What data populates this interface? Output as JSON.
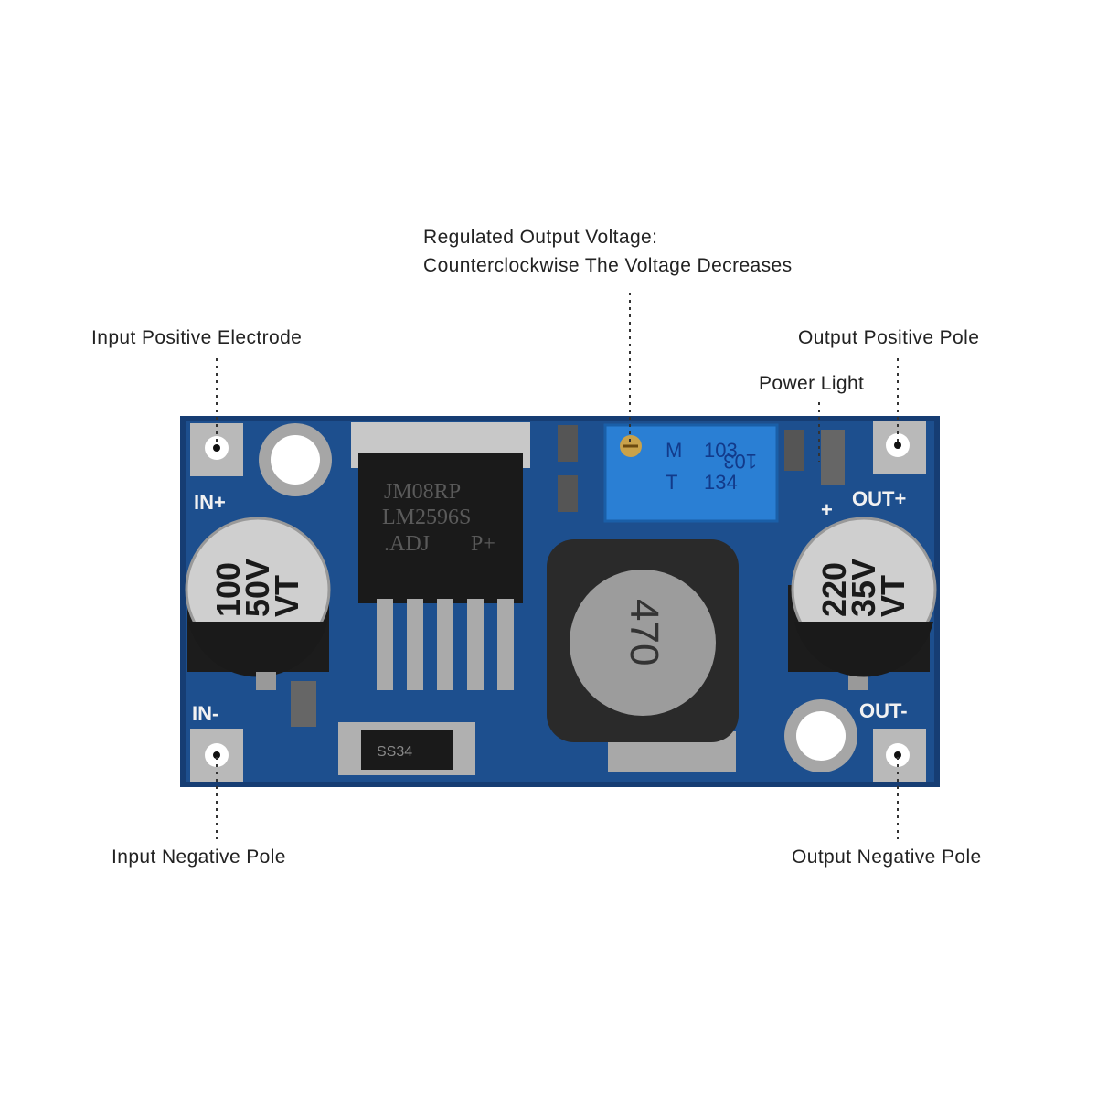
{
  "annotations": {
    "regulated_line1": "Regulated Output Voltage:",
    "regulated_line2": "Counterclockwise The Voltage Decreases",
    "input_positive": "Input Positive Electrode",
    "output_positive": "Output Positive Pole",
    "power_light": "Power Light",
    "input_negative": "Input Negative Pole",
    "output_negative": "Output Negative Pole"
  },
  "board": {
    "in_plus": "IN+",
    "in_minus": "IN-",
    "out_plus": "OUT+",
    "out_minus": "OUT-",
    "plus_mark": "+",
    "chip_line1": "JM08RP",
    "chip_line2": "LM2596S",
    "chip_line3": ".ADJ",
    "chip_line4": "P+",
    "pot_line1": "103",
    "pot_line2": "134",
    "pot_line3": "M",
    "pot_line4": "T",
    "inductor": "470",
    "cap_in_line1": "100",
    "cap_in_line2": "50V",
    "cap_in_line3": "VT",
    "cap_out_line1": "220",
    "cap_out_line2": "35V",
    "cap_out_line3": "VT",
    "diode": "SS34"
  },
  "colors": {
    "pcb": "#1d4f8e",
    "pcb_dark": "#163d73",
    "pad": "#b9b9b9"
  }
}
